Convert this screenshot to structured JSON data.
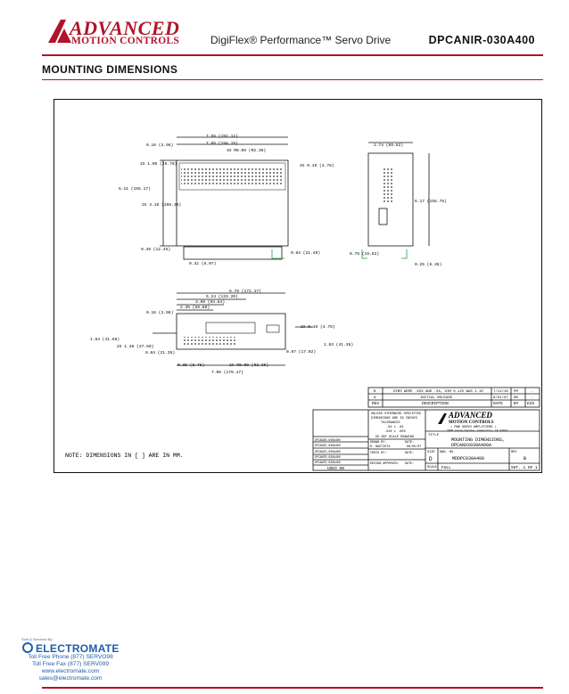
{
  "header": {
    "brand_top": "ADVANCED",
    "brand_bottom": "MOTION CONTROLS",
    "product_title": "DigiFlex® Performance™ Servo Drive",
    "part_number": "DPCANIR-030A400"
  },
  "section_title": "MOUNTING DIMENSIONS",
  "colors": {
    "brand_red": "#b0142a",
    "electromate_blue": "#1f5ea8"
  },
  "drawing": {
    "top_view": {
      "dims": [
        "7.56 (192.12)",
        "7.65 (194.15)",
        "4X R0.09 (R2.39)",
        "0.16 (3.96)",
        "2X 1.05 (26.70)",
        "4X 0.19 (4.78)",
        "6.11 (155.17)",
        "2X 4.19 (106.39)",
        "0.49 (12.45)",
        "0.32 (8.07)",
        "0.84 (21.40)"
      ]
    },
    "side_view": {
      "dims": [
        "2.74 (69.52)",
        "6.17 (156.75)",
        "0.78 (19.82)",
        "0.25 (6.35)"
      ]
    },
    "front_view": {
      "dims": [
        "6.78 (172.17)",
        "5.24 (133.20)",
        "3.69 (93.84)",
        "2.35 (59.80)",
        "0.16 (3.96)",
        "2X 0.19 (4.78)",
        "1.64 (41.58)",
        "2X 1.48 (37.50)",
        "1.63 (41.36)",
        "0.84 (21.35)",
        "0.67 (17.02)",
        "0.35 (8.75)",
        "2X R0.09 (R2.39)",
        "7.05 (179.17)"
      ]
    },
    "note": "NOTE: DIMENSIONS IN [ ] ARE IN MM.",
    "revisions": [
      {
        "rev": "B",
        "desc": "DIMS WERE .XXX AND .XX, DIM 0.125 WAS 1.10",
        "date": "7/12/10",
        "by": "PM",
        "eco": "-"
      },
      {
        "rev": "A",
        "desc": "INITIAL RELEASE",
        "date": "6/01/07",
        "by": "KB",
        "eco": "-"
      }
    ],
    "rev_headers": {
      "rev": "REV",
      "desc": "DESCRIPTION",
      "date": "DATE",
      "by": "BY",
      "eco": "ECO"
    },
    "title_block": {
      "tolerances": [
        "UNLESS OTHERWISE SPECIFIED",
        "DIMENSIONS ARE IN INCHES",
        "TOLERANCES",
        ".XX ± .03",
        ".XXX ± .005",
        "DO NOT SCALE DRAWING"
      ],
      "drawn_by_label": "DRAWN BY:",
      "drawn_by": "R. BAUTISTA",
      "date_label": "DATE:",
      "drawn_date": "06/05/07",
      "check_label": "CHECK BY:",
      "approval_label": "DESIGN APPROVED:",
      "uses_on": "USES ON",
      "uses_on_list": [
        "DPCANIR-030A400",
        "DPCANIE-030A400",
        "DPCANIS-030A400",
        "DPCANTR-030A400",
        "DPCANTE-030A400"
      ],
      "company_top": "ADVANCED",
      "company_bottom": "MOTION CONTROLS",
      "company_sub": "• PWM SERVO AMPLIFIERS •",
      "company_addr": "3805 Calle Tecate, Camarillo, CA 93012",
      "title_label": "TITLE",
      "title_line1": "MOUNTING DIMENSIONS,",
      "title_line2": "DPCANXX030A400A",
      "size_label": "SIZE",
      "size": "D",
      "dwg_label": "DWG. NO.",
      "dwg_no": "MDDPC030A400",
      "rev_label": "REV",
      "rev": "B",
      "scale_label": "SCALE:",
      "scale": "FULL",
      "sheet": "SHT. 1 OF 1"
    }
  },
  "footer": {
    "sold_by": "Sold & Serviced By:",
    "company": "ELECTROMATE",
    "phone": "Toll Free Phone (877) SERVO98",
    "fax": "Toll Free Fax (877) SERV099",
    "web": "www.electromate.com",
    "email": "sales@electromate.com"
  }
}
